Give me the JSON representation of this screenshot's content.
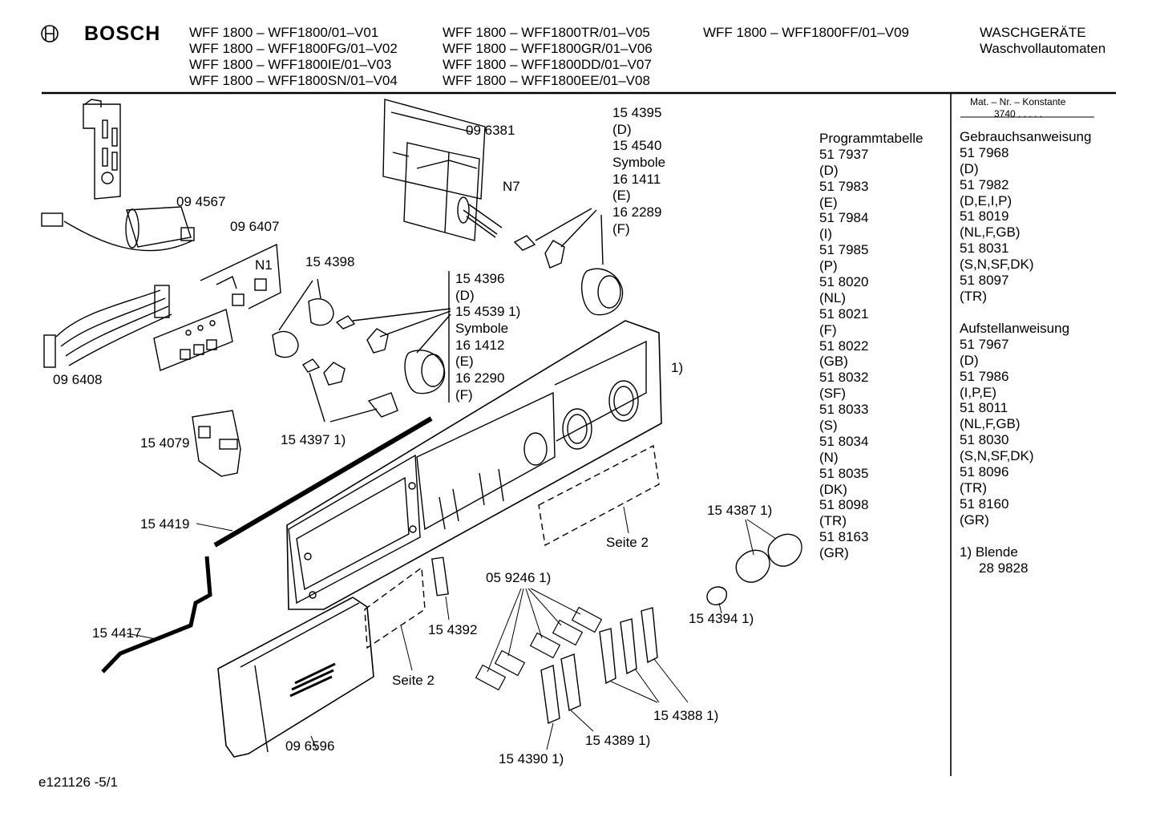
{
  "header": {
    "brand": "BOSCH",
    "models_col1": [
      "WFF 1800 – WFF1800/01–V01",
      "WFF 1800 – WFF1800FG/01–V02",
      "WFF 1800 – WFF1800IE/01–V03",
      "WFF 1800 – WFF1800SN/01–V04"
    ],
    "models_col2": [
      "WFF 1800 – WFF1800TR/01–V05",
      "WFF 1800 – WFF1800GR/01–V06",
      "WFF 1800 – WFF1800DD/01–V07",
      "WFF 1800 – WFF1800EE/01–V08"
    ],
    "models_col3": [
      "WFF 1800 – WFF1800FF/01–V09"
    ],
    "category": "WASCHGERÄTE",
    "subcategory": "Waschvollautomaten"
  },
  "parts": {
    "p094567": "09 4567",
    "p096407": "09 6407",
    "n1": "N1",
    "p096408": "09 6408",
    "p154398": "15 4398",
    "p096381": "09 6381",
    "n7": "N7",
    "p154079": "15 4079",
    "p154397": "15 4397 1)",
    "p154419": "15 4419",
    "p154417": "15 4417",
    "p154392": "15 4392",
    "seite2_left": "Seite 2",
    "p096596": "09 6596",
    "p059246": "05 9246 1)",
    "p154390": "15 4390 1)",
    "p154389": "15 4389 1)",
    "p154388": "15 4388 1)",
    "p154394": "15 4394 1)",
    "p154387": "15 4387 1)",
    "seite2_right": "Seite 2",
    "panel_note": "1)"
  },
  "knob_group_top": [
    "15 4395",
    "(D)",
    "15 4540",
    "Symbole",
    "16 1411",
    "(E)",
    "16 2289",
    "(F)"
  ],
  "knob_group_mid": [
    "15 4396",
    "(D)",
    "15 4539 1)",
    "Symbole",
    "16 1412",
    "(E)",
    "16 2290",
    "(F)"
  ],
  "programmtabelle": {
    "title": "Programmtabelle",
    "items": [
      "51 7937",
      "(D)",
      "51 7983",
      "(E)",
      "51 7984",
      "(I)",
      "51 7985",
      "(P)",
      "51 8020",
      "(NL)",
      "51 8021",
      "(F)",
      "51 8022",
      "(GB)",
      "51 8032",
      "(SF)",
      "51 8033",
      "(S)",
      "51 8034",
      "(N)",
      "51 8035",
      "(DK)",
      "51 8098",
      "(TR)",
      "51 8163",
      "(GR)"
    ]
  },
  "sidebar": {
    "mat_nr": "Mat. – Nr. – Konstante",
    "konstante": "3740 . . . . .",
    "gebrauch_title": "Gebrauchsanweisung",
    "gebrauch_items": [
      "51 7968",
      "(D)",
      "51 7982",
      "(D,E,I,P)",
      "51 8019",
      "(NL,F,GB)",
      "51 8031",
      "(S,N,SF,DK)",
      "51 8097",
      "(TR)"
    ],
    "aufstell_title": "Aufstellanweisung",
    "aufstell_items": [
      "51 7967",
      "(D)",
      "51 7986",
      "(I,P,E)",
      "51 8011",
      "(NL,F,GB)",
      "51 8030",
      "(S,N,SF,DK)",
      "51 8096",
      "(TR)",
      "51 8160",
      "(GR)"
    ],
    "blende_label": "1) Blende",
    "blende_nr": "28 9828"
  },
  "footer": {
    "code": "e121126 -5/1"
  }
}
